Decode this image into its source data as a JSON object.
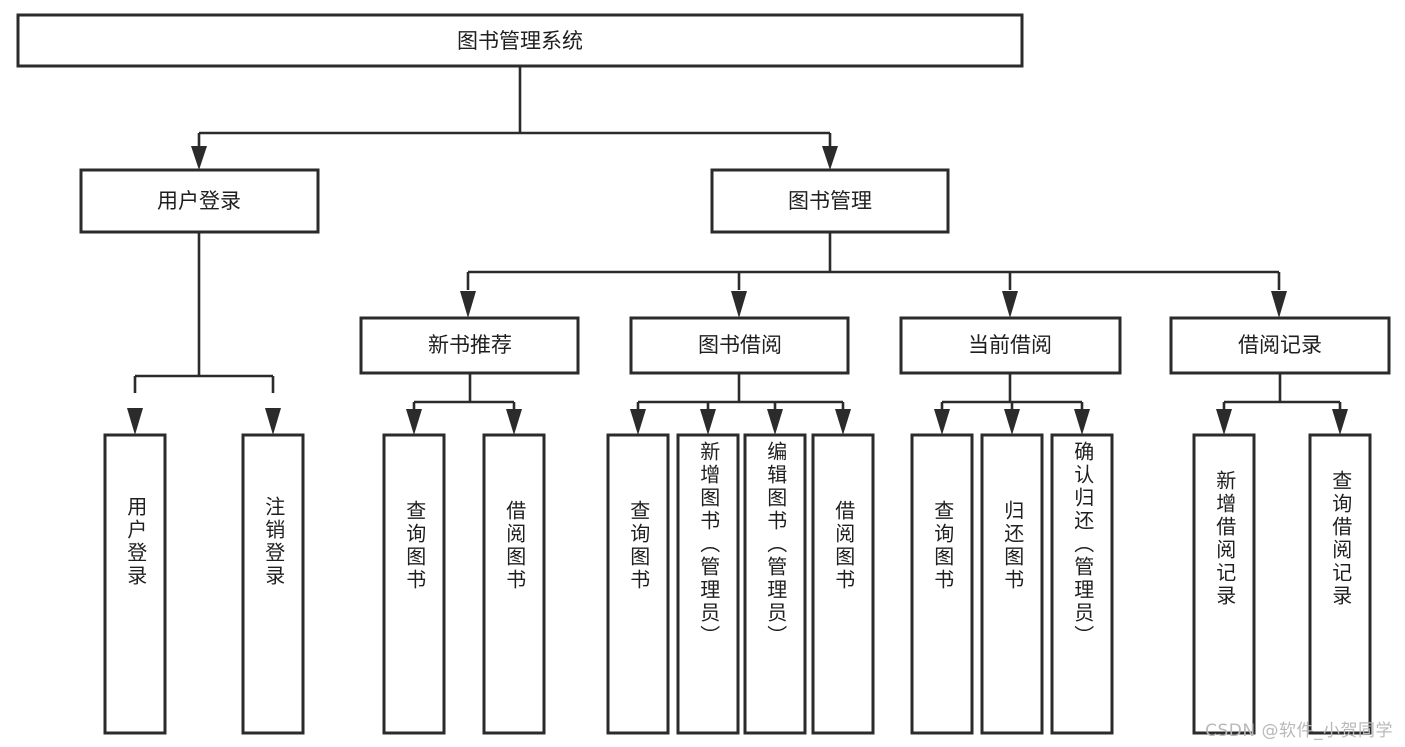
{
  "diagram": {
    "type": "hierarchy-tree",
    "title": "图书管理系统",
    "watermark": "CSDN @软件_小贺同学",
    "colors": {
      "box_stroke": "#2b2b2b",
      "box_fill": "#ffffff",
      "text": "#1f1f1f",
      "watermark": "#b9b9b9",
      "background": "#ffffff"
    },
    "levels": {
      "root": {
        "label": "图书管理系统"
      },
      "level2": [
        {
          "label": "用户登录"
        },
        {
          "label": "图书管理"
        }
      ],
      "level3": [
        {
          "label": "新书推荐"
        },
        {
          "label": "图书借阅"
        },
        {
          "label": "当前借阅"
        },
        {
          "label": "借阅记录"
        }
      ],
      "leaves": {
        "user_login": [
          {
            "label": "用户登录"
          },
          {
            "label": "注销登录"
          }
        ],
        "new_book_recommend": [
          {
            "label": "查询图书"
          },
          {
            "label": "借阅图书"
          }
        ],
        "book_borrow": [
          {
            "label": "查询图书"
          },
          {
            "label": "新增图书（管理员）"
          },
          {
            "label": "编辑图书（管理员）"
          },
          {
            "label": "借阅图书"
          }
        ],
        "current_borrow": [
          {
            "label": "查询图书"
          },
          {
            "label": "归还图书"
          },
          {
            "label": "确认归还（管理员）"
          }
        ],
        "borrow_record": [
          {
            "label": "新增借阅记录"
          },
          {
            "label": "查询借阅记录"
          }
        ]
      }
    }
  }
}
